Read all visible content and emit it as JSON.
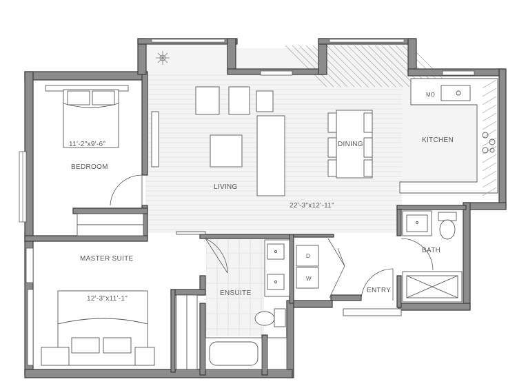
{
  "rooms": {
    "bedroom": {
      "name": "BEDROOM",
      "dims": "11'-2\"x9'-6\""
    },
    "living": {
      "name": "LIVING",
      "dims": "22'-3\"x12'-11\""
    },
    "dining": {
      "name": "DINING"
    },
    "kitchen": {
      "name": "KITCHEN"
    },
    "master": {
      "name": "MASTER SUITE",
      "dims": "12'-3\"x11'-1\""
    },
    "ensuite": {
      "name": "ENSUITE"
    },
    "bath": {
      "name": "BATH"
    },
    "entry": {
      "name": "ENTRY"
    }
  },
  "appliances": {
    "microwave": "MO",
    "washer": "W",
    "dryer": "D"
  },
  "colors": {
    "wall": "#8c8c8c",
    "floor": "#f4f4f4",
    "text": "#555555"
  }
}
